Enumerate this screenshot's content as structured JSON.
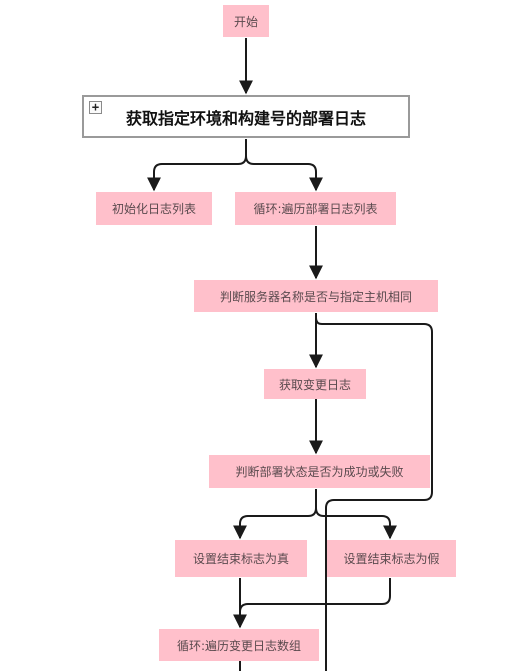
{
  "nodes": {
    "start": "开始",
    "fetch_logs": "获取指定环境和构建号的部署日志",
    "init_list": "初始化日志列表",
    "loop_deploy_logs": "循环:遍历部署日志列表",
    "check_server_name": "判断服务器名称是否与指定主机相同",
    "get_change_log": "获取变更日志",
    "check_deploy_status": "判断部署状态是否为成功或失败",
    "set_end_true": "设置结束标志为真",
    "set_end_false": "设置结束标志为假",
    "loop_change_logs": "循环:遍历变更日志数组"
  },
  "icons": {
    "expand": "+"
  },
  "colors": {
    "node_fill": "#ffc0cb",
    "node_text": "#5a4a4e",
    "edge": "#1a1a1a",
    "collapsed_border": "#9a9a9a"
  }
}
